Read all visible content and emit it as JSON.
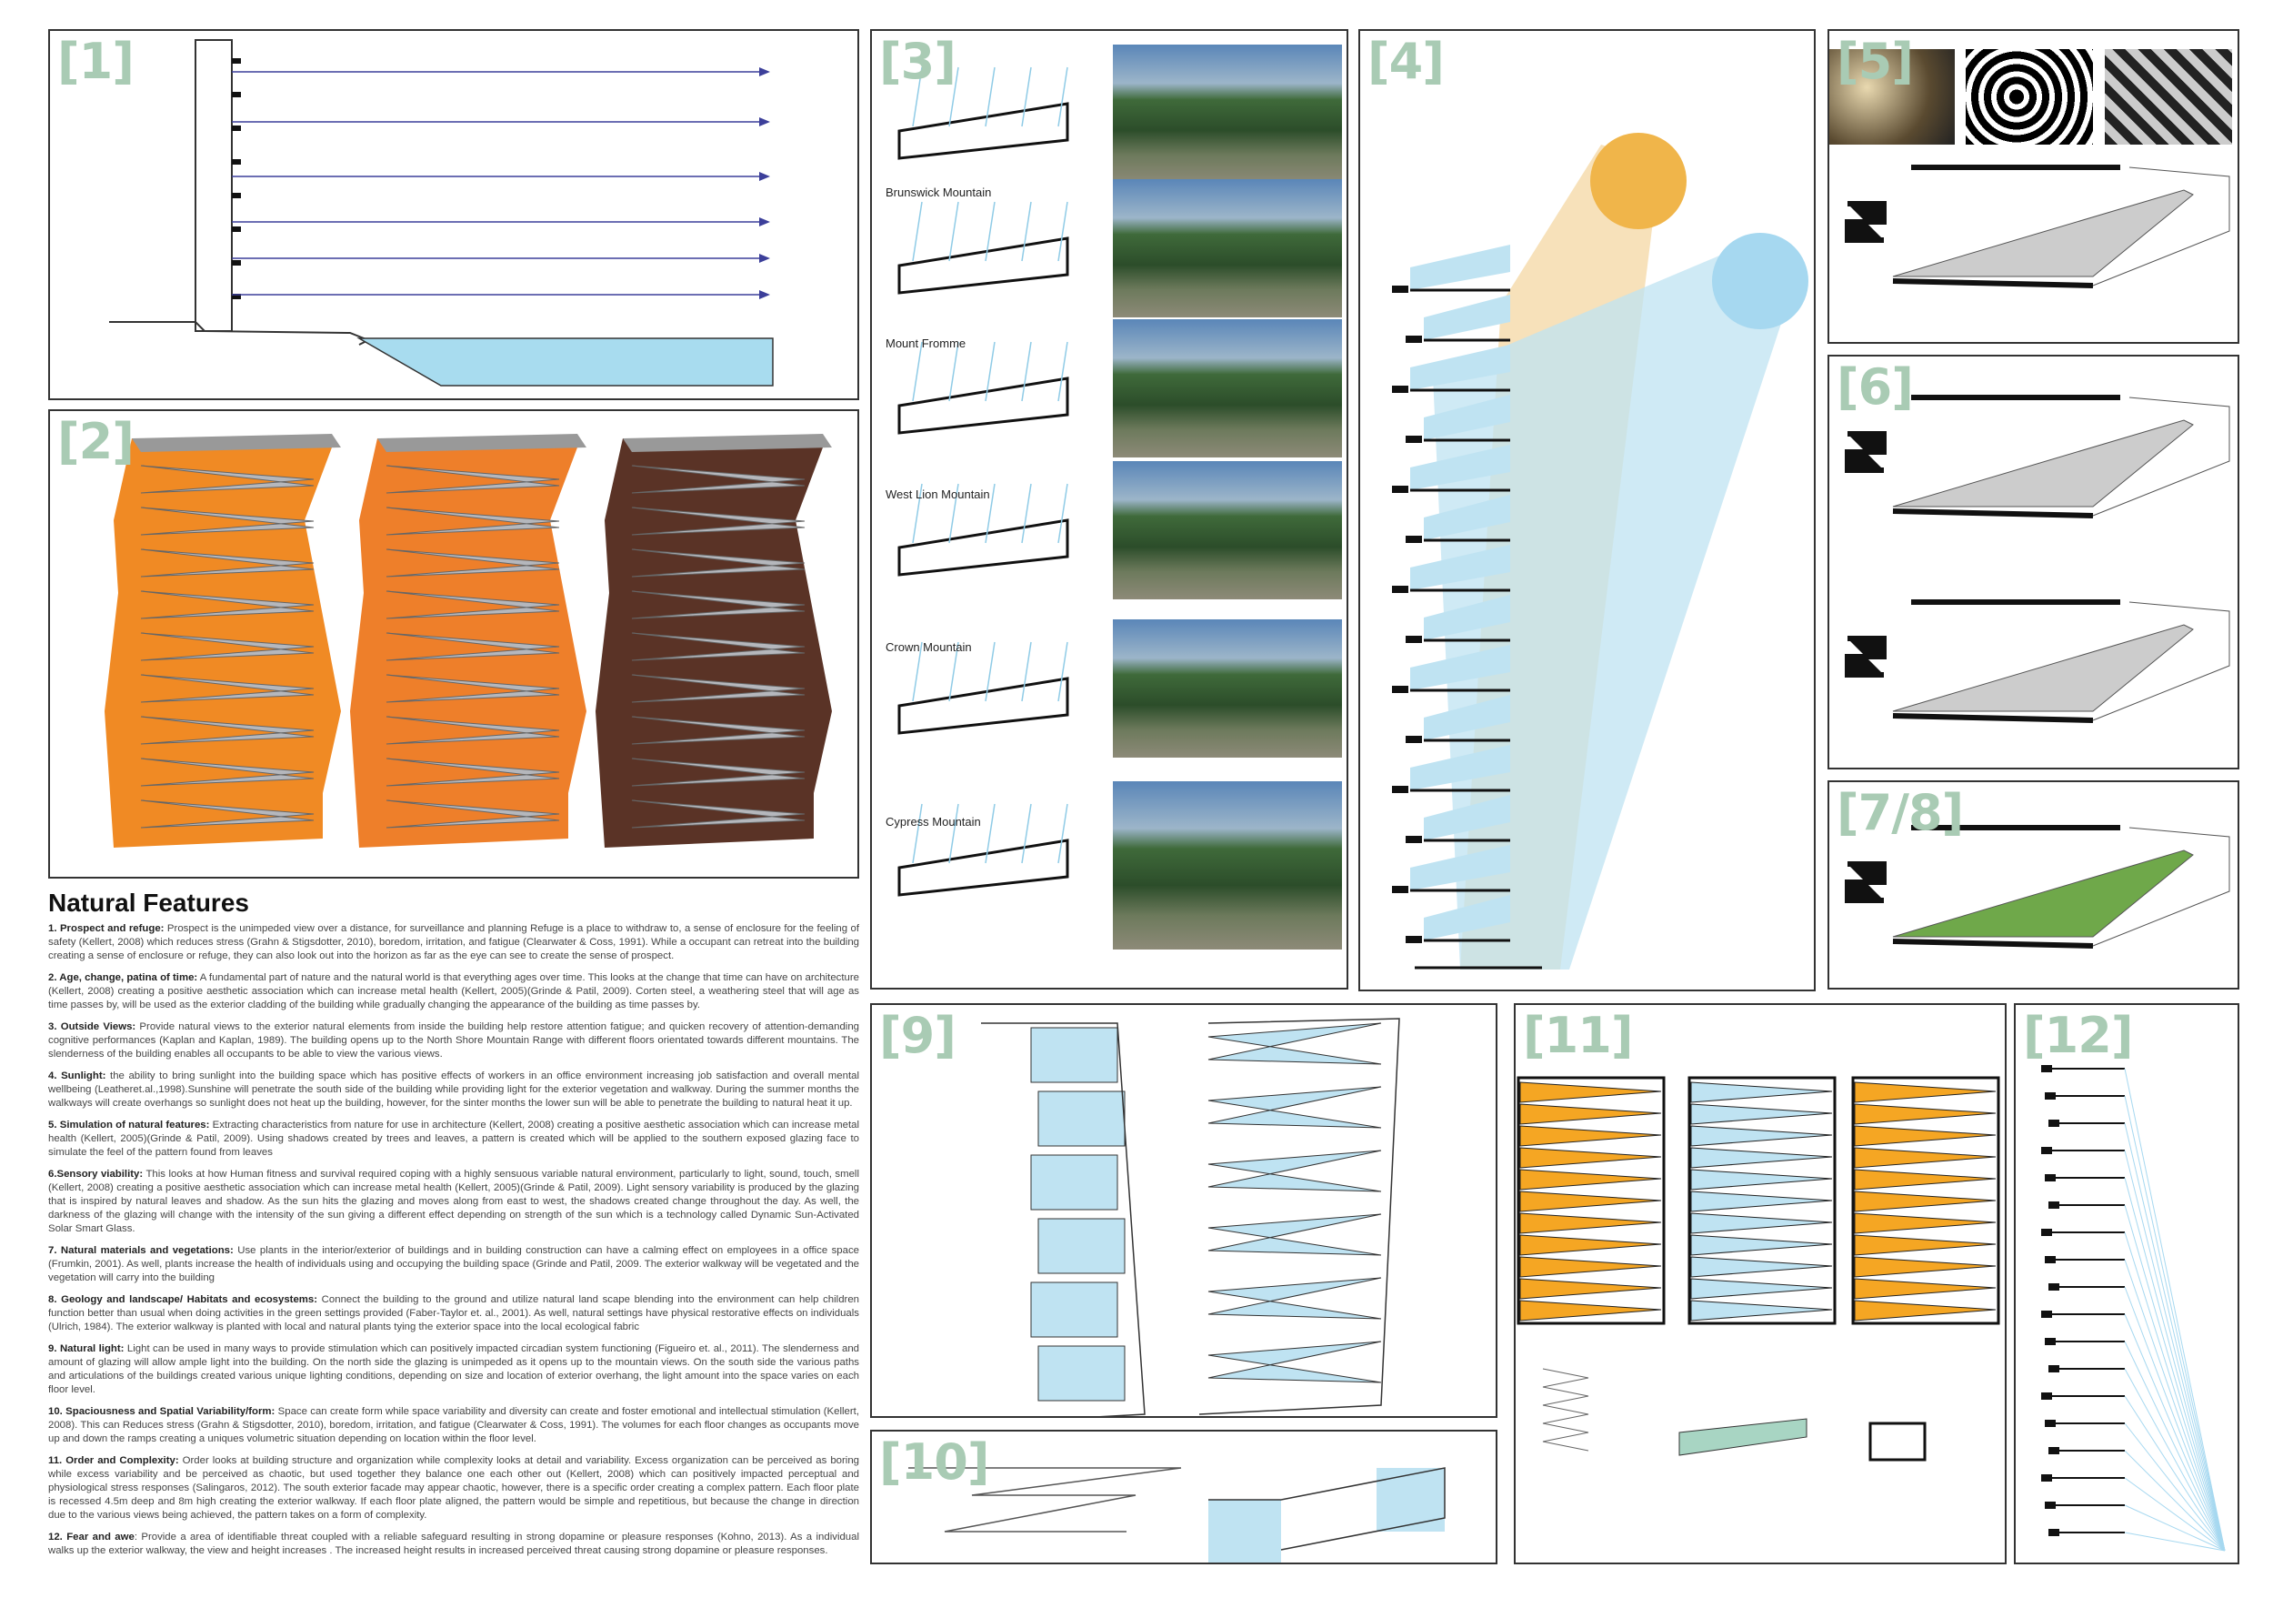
{
  "panels": {
    "p1": "[1]",
    "p2": "[2]",
    "p3": "[3]",
    "p4": "[4]",
    "p5": "[5]",
    "p6": "[6]",
    "p78": "[7/8]",
    "p9": "[9]",
    "p10": "[10]",
    "p11": "[11]",
    "p12": "[12]"
  },
  "mountains": [
    "Brunswick Mountain",
    "Mount Fromme",
    "West Lion Mountain",
    "Crown Mountain",
    "Cypress Mountain"
  ],
  "colors": {
    "label": "#a9cbb4",
    "corten_orange": "#f08a24",
    "rust": "#5a3326",
    "glass_blue": "#bfe3f2",
    "sun_orange": "#f0b54a",
    "sun_blue": "#a6d8f0",
    "arrow": "#3c3f9a"
  },
  "text": {
    "title": "Natural Features",
    "items": [
      {
        "head": "1. Prospect and refuge:",
        "body": " Prospect is the unimpeded view over a distance, for surveillance and planning Refuge is a place to withdraw to, a sense of enclosure for the feeling of safety (Kellert, 2008) which reduces stress (Grahn & Stigsdotter, 2010), boredom, irritation, and fatigue (Clearwater & Coss, 1991). While a occupant can retreat into the building creating a sense of enclosure or refuge,  they can also look out into the horizon as far as the eye can see to create the sense of prospect."
      },
      {
        "head": "2. Age, change, patina of time:",
        "body": " A fundamental part of nature and the natural world is that everything ages over time. This looks at the change that time can have on architecture (Kellert, 2008) creating a positive aesthetic association which can  increase metal health (Kellert, 2005)(Grinde & Patil, 2009). Corten steel, a weathering steel that will age as time passes by, will be used as the exterior cladding of the building while gradually changing the appearance of the building as time passes by."
      },
      {
        "head": "3. Outside Views:",
        "body": "  Provide natural views to the  exterior natural elements from inside the building help restore attention fatigue; and quicken recovery of attention-demanding cognitive performances (Kaplan and Kaplan, 1989). The building opens up to the North Shore Mountain Range with different floors orientated towards different mountains. The slenderness of the building enables all occupants to be able to view the various views."
      },
      {
        "head": "4. Sunlight:",
        "body": " the ability to bring sunlight into the building space which has positive effects of workers in an office environment increasing job satisfaction and overall mental wellbeing (Leatheret.al.,1998).Sunshine will penetrate the south side of the building while providing light for the exterior vegetation and walkway. During the summer months the walkways will create overhangs so sunlight does not heat up the building, however, for the sinter months the lower sun will be able to penetrate the building to natural heat it up."
      },
      {
        "head": "5. Simulation of natural features:",
        "body": "  Extracting characteristics from nature for use in architecture (Kellert, 2008) creating a positive aesthetic association which can  increase metal health (Kellert, 2005)(Grinde & Patil, 2009). Using shadows created by trees and leaves, a pattern is created which will be applied to the southern exposed glazing face to simulate the feel of the pattern found from leaves"
      },
      {
        "head": "6.Sensory viability:",
        "body": " This looks at how Human fitness and survival required coping with a highly sensuous variable natural environment, particularly to light, sound, touch, smell (Kellert, 2008) creating a positive aesthetic association which can increase metal health (Kellert, 2005)(Grinde & Patil, 2009). Light sensory variability is produced by the glazing that is inspired by natural leaves and shadow. As the sun hits the glazing and moves along from east to west, the shadows created change throughout the day. As well, the darkness of the glazing will change with the intensity of the sun giving a different effect depending on strength of the sun which is a technology called Dynamic Sun-Activated Solar Smart Glass."
      },
      {
        "head": "7. Natural materials and vegetations:",
        "body": " Use plants in the interior/exterior of buildings and in building construction can have a calming effect on employees in a office space (Frumkin, 2001). As well, plants increase the health of individuals using and occupying the building space (Grinde and Patil, 2009. The exterior walkway will be vegetated and the vegetation will carry into the building"
      },
      {
        "head": "8. Geology and landscape/ Habitats and ecosystems:",
        "body": "  Connect the building to the ground and utilize natural land scape blending into the environment can help children function better than usual when doing activities in the green settings provided (Faber-Taylor et. al., 2001). As well, natural settings have physical restorative effects on individuals (Ulrich, 1984). The exterior walkway is planted with local and natural plants tying the exterior space into the local ecological fabric"
      },
      {
        "head": "9. Natural light:",
        "body": "    Light can be used in many ways to provide stimulation which can positively impacted circadian system functioning (Figueiro et. al., 2011). The slenderness and amount of glazing will allow ample light into the building. On the north side the glazing is unimpeded as it opens up to the mountain views. On the south side the various paths and articulations of the buildings created various unique lighting conditions, depending on size and location of exterior overhang, the light amount into the space varies on each floor level."
      },
      {
        "head": "10. Spaciousness and Spatial Variability/form:",
        "body": " Space can create form while space variability and diversity can create and foster emotional and intellectual stimulation (Kellert, 2008). This can Reduces stress (Grahn & Stigsdotter, 2010), boredom, irritation, and fatigue (Clearwater & Coss, 1991). The volumes for each floor changes as occupants move up and down the ramps creating a uniques volumetric situation depending on location within the floor level."
      },
      {
        "head": "11. Order and Complexity:",
        "body": " Order looks at building structure and organization while complexity looks at detail and variability. Excess organization can be perceived as boring while excess variability and be perceived as chaotic, but used together they balance one each other out   (Kellert, 2008) which can positively impacted perceptual and physiological stress responses (Salingaros, 2012). The south exterior facade may appear chaotic, however, there is a specific order creating a complex pattern. Each floor plate is recessed 4.5m deep and 8m high creating the exterior walkway. If each floor plate aligned, the pattern would be simple and repetitious, but because the change in direction due to the various views being achieved, the pattern takes on a form of complexity."
      },
      {
        "head": "12. Fear and awe",
        "body": ": Provide a area of identifiable threat coupled with a reliable safeguard resulting in strong dopamine or pleasure responses (Kohno, 2013). As a individual walks up the exterior walkway, the view and height increases . The increased height results in increased perceived threat causing strong dopamine or pleasure responses."
      }
    ]
  }
}
